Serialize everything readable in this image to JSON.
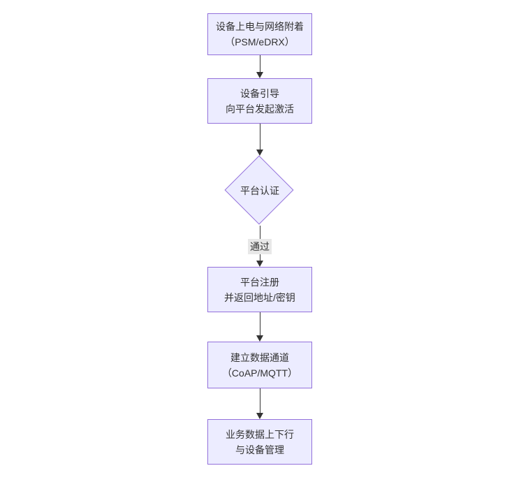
{
  "diagram": {
    "type": "flowchart",
    "direction": "top-down",
    "colors": {
      "node_fill": "#ECECFF",
      "node_border": "#9370DB",
      "node_text": "#333333",
      "arrow": "#333333",
      "edge_label_bg": "#e8e8e8",
      "background": "#ffffff"
    },
    "nodes": [
      {
        "id": "power-attach",
        "shape": "rect",
        "line1": "设备上电与网络附着",
        "line2": "（PSM/eDRX）"
      },
      {
        "id": "bootstrap",
        "shape": "rect",
        "line1": "设备引导",
        "line2": "向平台发起激活"
      },
      {
        "id": "platform-auth",
        "shape": "diamond",
        "line1": "平台认证",
        "line2": ""
      },
      {
        "id": "platform-register",
        "shape": "rect",
        "line1": "平台注册",
        "line2": "并返回地址/密钥"
      },
      {
        "id": "data-channel",
        "shape": "rect",
        "line1": "建立数据通道",
        "line2": "（CoAP/MQTT）"
      },
      {
        "id": "business-data",
        "shape": "rect",
        "line1": "业务数据上下行",
        "line2": "与设备管理"
      }
    ],
    "edges": [
      {
        "from": "power-attach",
        "to": "bootstrap",
        "label": ""
      },
      {
        "from": "bootstrap",
        "to": "platform-auth",
        "label": ""
      },
      {
        "from": "platform-auth",
        "to": "platform-register",
        "label": "通过"
      },
      {
        "from": "platform-register",
        "to": "data-channel",
        "label": ""
      },
      {
        "from": "data-channel",
        "to": "business-data",
        "label": ""
      }
    ]
  }
}
